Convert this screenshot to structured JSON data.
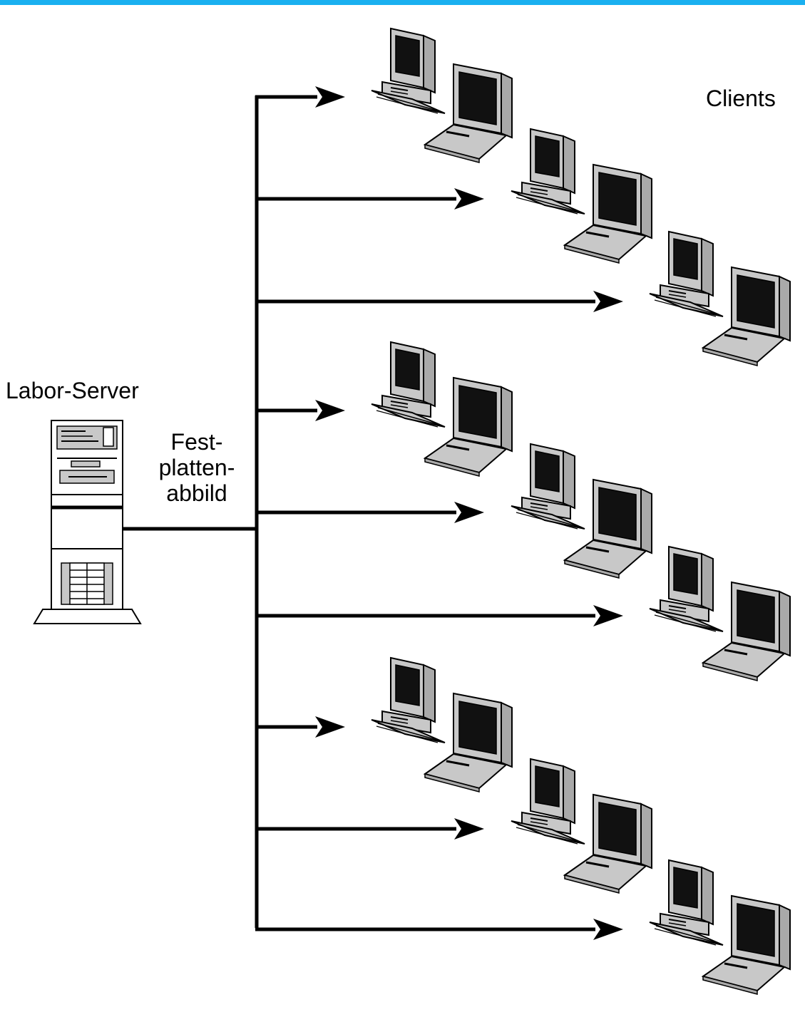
{
  "labels": {
    "server": "Labor-Server",
    "clients": "Clients",
    "transfer_lines": [
      "Fest-",
      "platten-",
      "abbild"
    ]
  },
  "colors": {
    "top_bar": "#1ab0f0",
    "line": "#000000",
    "device_fill": "#c8c8c8",
    "screen": "#111111"
  },
  "nodes": {
    "server": {
      "type": "server-tower-icon"
    },
    "clients": [
      {
        "id": "client-1",
        "icon": "workstation-icon"
      },
      {
        "id": "client-2",
        "icon": "workstation-icon"
      },
      {
        "id": "client-3",
        "icon": "workstation-icon"
      },
      {
        "id": "client-4",
        "icon": "workstation-icon"
      },
      {
        "id": "client-5",
        "icon": "workstation-icon"
      },
      {
        "id": "client-6",
        "icon": "workstation-icon"
      },
      {
        "id": "client-7",
        "icon": "workstation-icon"
      },
      {
        "id": "client-8",
        "icon": "workstation-icon"
      },
      {
        "id": "client-9",
        "icon": "workstation-icon"
      }
    ]
  },
  "edges": [
    {
      "from": "server",
      "to": "client-1"
    },
    {
      "from": "server",
      "to": "client-2"
    },
    {
      "from": "server",
      "to": "client-3"
    },
    {
      "from": "server",
      "to": "client-4"
    },
    {
      "from": "server",
      "to": "client-5"
    },
    {
      "from": "server",
      "to": "client-6"
    },
    {
      "from": "server",
      "to": "client-7"
    },
    {
      "from": "server",
      "to": "client-8"
    },
    {
      "from": "server",
      "to": "client-9"
    }
  ]
}
